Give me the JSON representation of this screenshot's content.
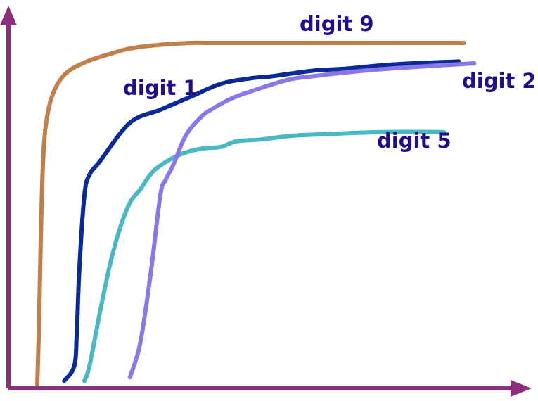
{
  "chart_data": {
    "type": "line",
    "title": "",
    "xlabel": "",
    "ylabel": "",
    "grid": false,
    "legend": "inline labels",
    "xlim": [
      0,
      100
    ],
    "ylim": [
      0,
      100
    ],
    "series": [
      {
        "name": "digit 9",
        "color": "#c0804a",
        "x": [
          5.7,
          6.0,
          6.3,
          6.8,
          7.5,
          9.0,
          11.5,
          15.5,
          20,
          24,
          30,
          36,
          40,
          50,
          60,
          70,
          80,
          90
        ],
        "y": [
          1,
          15,
          35,
          60,
          72,
          80,
          85,
          88,
          90,
          91.5,
          92.5,
          93,
          93,
          93,
          93,
          93,
          93,
          93
        ]
      },
      {
        "name": "digit 1",
        "color": "#0a2a9a",
        "x": [
          11,
          13,
          13.5,
          14,
          15,
          16,
          18,
          24,
          30,
          36,
          42,
          48,
          52,
          60,
          66,
          74,
          80,
          89
        ],
        "y": [
          2,
          6,
          15,
          32,
          52,
          57.5,
          61,
          71.5,
          75,
          78.5,
          82,
          83.5,
          84,
          85.5,
          86,
          87,
          87.5,
          88
        ]
      },
      {
        "name": "digit 5",
        "color": "#4ab7c4",
        "x": [
          15,
          16,
          18,
          20,
          22,
          24,
          26,
          28,
          30,
          34,
          38,
          42,
          45,
          50,
          56,
          64,
          74,
          86
        ],
        "y": [
          2,
          6,
          20,
          33,
          43,
          50,
          53.5,
          57.5,
          60,
          63,
          64.5,
          65,
          66.5,
          67,
          68,
          68.5,
          69,
          69
        ]
      },
      {
        "name": "digit 2",
        "color": "#8a78ea",
        "x": [
          24,
          26,
          28,
          30,
          31,
          32.5,
          35,
          38,
          40,
          44,
          48,
          55,
          60,
          70,
          80,
          92
        ],
        "y": [
          3,
          12,
          30,
          52,
          56,
          60,
          68,
          73,
          75,
          78,
          80,
          83,
          84,
          85.5,
          86.5,
          87.5
        ]
      }
    ]
  },
  "labels": {
    "digit9": "digit 9",
    "digit1": "digit 1",
    "digit2": "digit 2",
    "digit5": "digit 5"
  },
  "axis_color": "#8b2f7d"
}
